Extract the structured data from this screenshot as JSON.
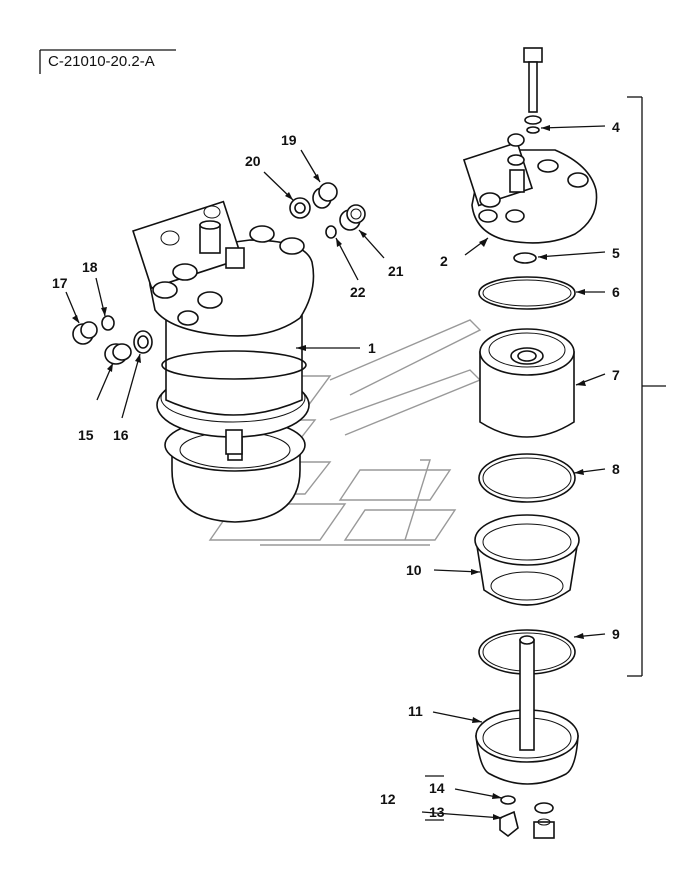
{
  "diagram_code": "C-21010-20.2-A",
  "callouts": [
    "1",
    "2",
    "4",
    "5",
    "6",
    "7",
    "8",
    "9",
    "10",
    "11",
    "12",
    "13",
    "14",
    "15",
    "16",
    "17",
    "18",
    "19",
    "20",
    "21",
    "22"
  ],
  "colors": {
    "line": "#111111",
    "watermark": "#999999",
    "background": "#ffffff"
  }
}
